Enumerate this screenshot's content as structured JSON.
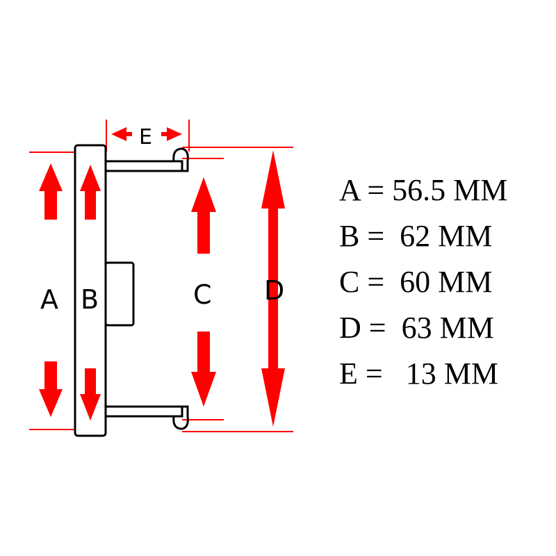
{
  "diagram": {
    "labels": {
      "a": "A",
      "b": "B",
      "c": "C",
      "d": "D",
      "e": "E"
    },
    "colors": {
      "arrow": "#ff0000",
      "outline": "#000000",
      "guide_line": "#ff0000"
    }
  },
  "specs": [
    {
      "text": "A = 56.5 MM"
    },
    {
      "text": "B =  62 MM"
    },
    {
      "text": "C =  60 MM"
    },
    {
      "text": "D =  63 MM"
    },
    {
      "text": "E =   13 MM"
    }
  ]
}
